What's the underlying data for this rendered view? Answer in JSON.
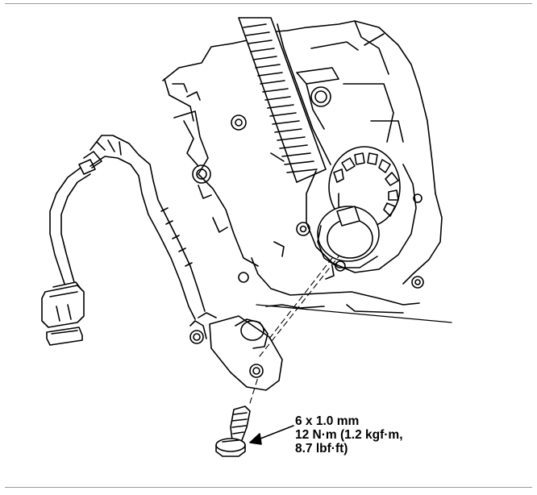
{
  "diagram": {
    "spec_lines": [
      "6 x 1.0 mm",
      "12 N·m (1.2 kgf·m,",
      "8.7 lbf·ft)"
    ],
    "parts": {
      "timing_belt": "timing-belt",
      "crank_pulley": "crankshaft-pulley",
      "sensor": "crankshaft-position-sensor",
      "connector": "sensor-connector",
      "bolt": "mounting-bolt"
    }
  },
  "colors": {
    "line": "#000000",
    "rule": "#9a9a9a",
    "background": "#ffffff"
  }
}
